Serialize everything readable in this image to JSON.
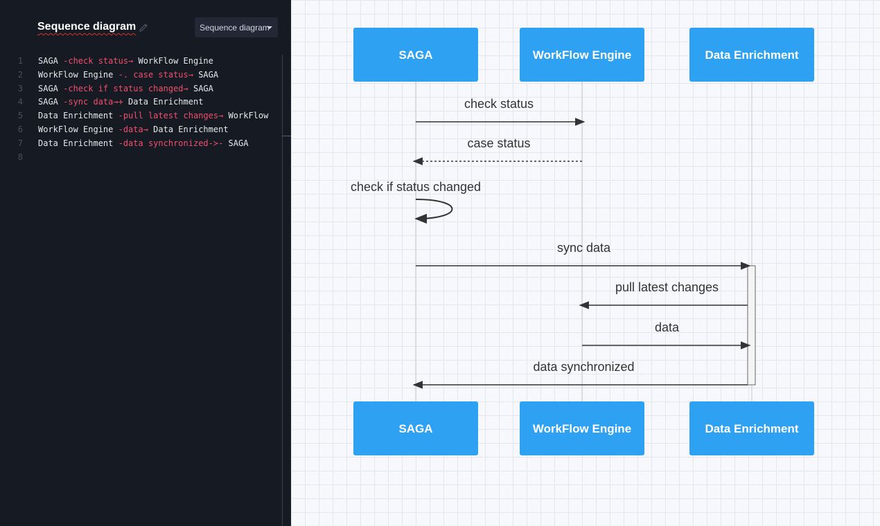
{
  "editor": {
    "title": "Sequence diagram",
    "type_select": "Sequence diagram",
    "lines": [
      {
        "num": "1",
        "tokens": [
          [
            "p",
            "SAGA "
          ],
          [
            "a",
            "-check status→ "
          ],
          [
            "p",
            "WorkFlow Engine"
          ]
        ]
      },
      {
        "num": "2",
        "tokens": [
          [
            "p",
            "WorkFlow Engine "
          ],
          [
            "a",
            "-. case status→ "
          ],
          [
            "p",
            "SAGA"
          ]
        ]
      },
      {
        "num": "3",
        "tokens": [
          [
            "p",
            "SAGA "
          ],
          [
            "a",
            "-check if status changed→ "
          ],
          [
            "p",
            "SAGA"
          ]
        ]
      },
      {
        "num": "4",
        "tokens": [
          [
            "p",
            "SAGA "
          ],
          [
            "a",
            "-sync data→+ "
          ],
          [
            "p",
            "Data Enrichment"
          ]
        ]
      },
      {
        "num": "5",
        "tokens": [
          [
            "p",
            "Data Enrichment "
          ],
          [
            "a",
            "-pull latest changes→ "
          ],
          [
            "p",
            "WorkFlow"
          ]
        ]
      },
      {
        "num": "6",
        "tokens": [
          [
            "p",
            "WorkFlow Engine "
          ],
          [
            "a",
            "-data→ "
          ],
          [
            "p",
            "Data Enrichment"
          ]
        ]
      },
      {
        "num": "7",
        "tokens": [
          [
            "p",
            "Data Enrichment "
          ],
          [
            "a",
            "-data synchronized-≻- "
          ],
          [
            "p",
            "SAGA"
          ]
        ]
      },
      {
        "num": "8",
        "tokens": []
      }
    ]
  },
  "diagram": {
    "actors": [
      "SAGA",
      "WorkFlow Engine",
      "Data Enrichment"
    ],
    "messages": [
      {
        "from": 0,
        "to": 1,
        "label": "check status",
        "style": "solid"
      },
      {
        "from": 1,
        "to": 0,
        "label": "case status",
        "style": "dotted"
      },
      {
        "from": 0,
        "to": 0,
        "label": "check if status changed",
        "style": "self"
      },
      {
        "from": 0,
        "to": 2,
        "label": "sync data",
        "style": "solid",
        "activate": true
      },
      {
        "from": 2,
        "to": 1,
        "label": "pull latest changes",
        "style": "solid"
      },
      {
        "from": 1,
        "to": 2,
        "label": "data",
        "style": "solid"
      },
      {
        "from": 2,
        "to": 0,
        "label": "data synchronized",
        "style": "solid",
        "deactivate": true
      }
    ],
    "colors": {
      "actor": "#2ea1f2",
      "line": "#333333",
      "lifeline": "#c8c8c8"
    }
  }
}
